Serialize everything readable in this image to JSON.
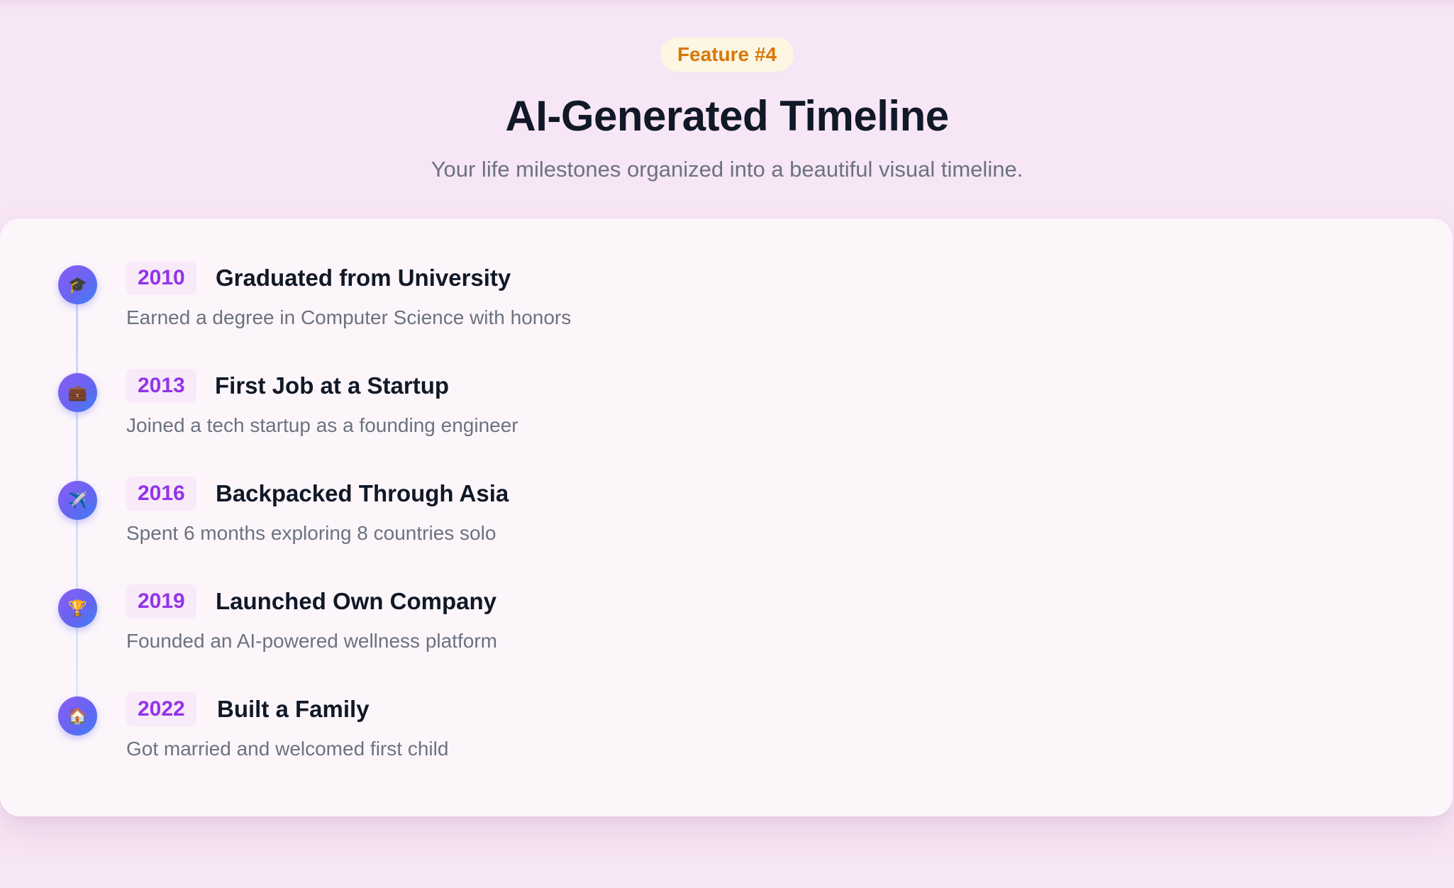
{
  "header": {
    "badge": "Feature #4",
    "title": "AI-Generated Timeline",
    "subtitle": "Your life milestones organized into a beautiful visual timeline."
  },
  "timeline": [
    {
      "year": "2010",
      "title": "Graduated from University",
      "description": "Earned a degree in Computer Science with honors",
      "icon": "graduation-cap-icon",
      "glyph": "🎓"
    },
    {
      "year": "2013",
      "title": "First Job at a Startup",
      "description": "Joined a tech startup as a founding engineer",
      "icon": "briefcase-icon",
      "glyph": "💼"
    },
    {
      "year": "2016",
      "title": "Backpacked Through Asia",
      "description": "Spent 6 months exploring 8 countries solo",
      "icon": "airplane-icon",
      "glyph": "✈️"
    },
    {
      "year": "2019",
      "title": "Launched Own Company",
      "description": "Founded an AI-powered wellness platform",
      "icon": "trophy-icon",
      "glyph": "🏆"
    },
    {
      "year": "2022",
      "title": "Built a Family",
      "description": "Got married and welcomed first child",
      "icon": "house-icon",
      "glyph": "🏠"
    }
  ],
  "colors": {
    "background": "#f7e6f5",
    "card": "#fcf6fb",
    "accent_year": "#9333ea",
    "badge_text": "#d97706",
    "node_gradient_start": "#8b5cf6",
    "node_gradient_end": "#3b82f6"
  }
}
